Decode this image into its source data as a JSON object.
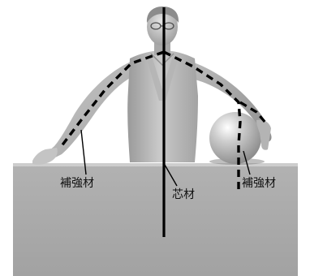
{
  "labels": {
    "reinforcement_left": "補強材",
    "core": "芯材",
    "reinforcement_right": "補強材"
  },
  "colors": {
    "base": "#a7a7a7",
    "figure": "#b8b8b8",
    "line": "#000000"
  }
}
